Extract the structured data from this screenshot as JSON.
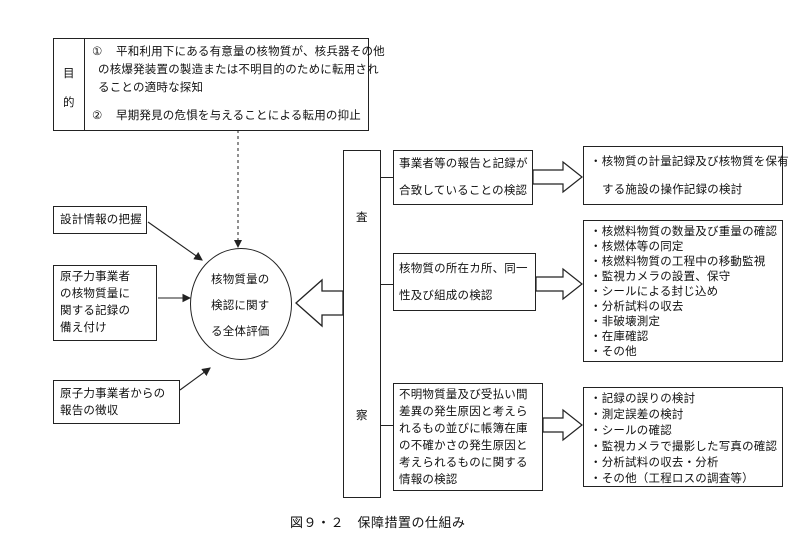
{
  "purpose": {
    "label_1": "目",
    "label_2": "的",
    "item1_marker": "①",
    "item1_lines": [
      "平和利用下にある有意量の核物質が、核兵器その他",
      "の核爆発装置の製造または不明目的のために転用され",
      "ることの適時な探知"
    ],
    "item2_marker": "②",
    "item2_text": "早期発見の危惧を与えることによる転用の抑止"
  },
  "inputs": {
    "design_info": "設計情報の把握",
    "records_lines": [
      "原子力事業者",
      "の核物質量に",
      "関する記録の",
      "備え付け"
    ],
    "reports_lines": [
      "原子力事業者からの",
      "報告の徴収"
    ]
  },
  "center": {
    "lines": [
      "核物質量の",
      "検認に関す",
      "る全体評価"
    ]
  },
  "inspection": {
    "char1": "査",
    "char2": "察"
  },
  "checks": [
    {
      "lines": [
        "事業者等の報告と記録が",
        "合致していることの検認"
      ],
      "result_lines": [
        "・核物質の計量記録及び核物質を保有",
        "する施設の操作記録の検討"
      ]
    },
    {
      "lines": [
        "核物質の所在カ所、同一",
        "性及び組成の検認"
      ],
      "result_lines": [
        "・核燃料物質の数量及び重量の確認",
        "・核燃体等の同定",
        "・核燃料物質の工程中の移動監視",
        "・監視カメラの設置、保守",
        "・シールによる封じ込め",
        "・分析試料の収去",
        "・非破壊測定",
        "・在庫確認",
        "・その他"
      ]
    },
    {
      "lines": [
        "不明物質量及び受払い間",
        "差異の発生原因と考えら",
        "れるもの並びに帳簿在庫",
        "の不確かさの発生原因と",
        "考えられるものに関する",
        "情報の検認"
      ],
      "result_lines": [
        "・記録の誤りの検討",
        "・測定誤差の検討",
        "・シールの確認",
        "・監視カメラで撮影した写真の確認",
        "・分析試料の収去・分析",
        "・その他（工程ロスの調査等）"
      ]
    }
  ],
  "caption": "図９・２　保障措置の仕組み"
}
